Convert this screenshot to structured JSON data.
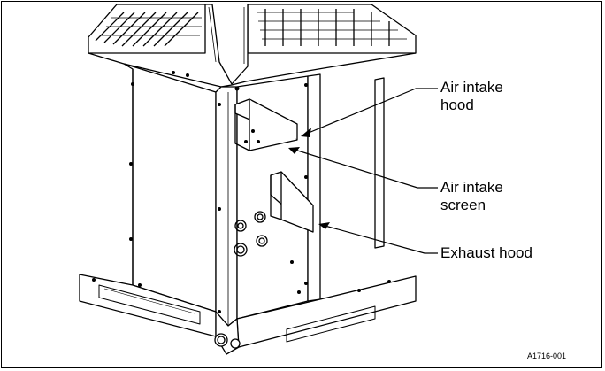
{
  "figure": {
    "callouts": [
      {
        "line1": "Air intake",
        "line2": "hood"
      },
      {
        "line1": "Air intake",
        "line2": "screen"
      },
      {
        "line1": "Exhaust hood"
      }
    ],
    "figure_id": "A1716-001"
  }
}
